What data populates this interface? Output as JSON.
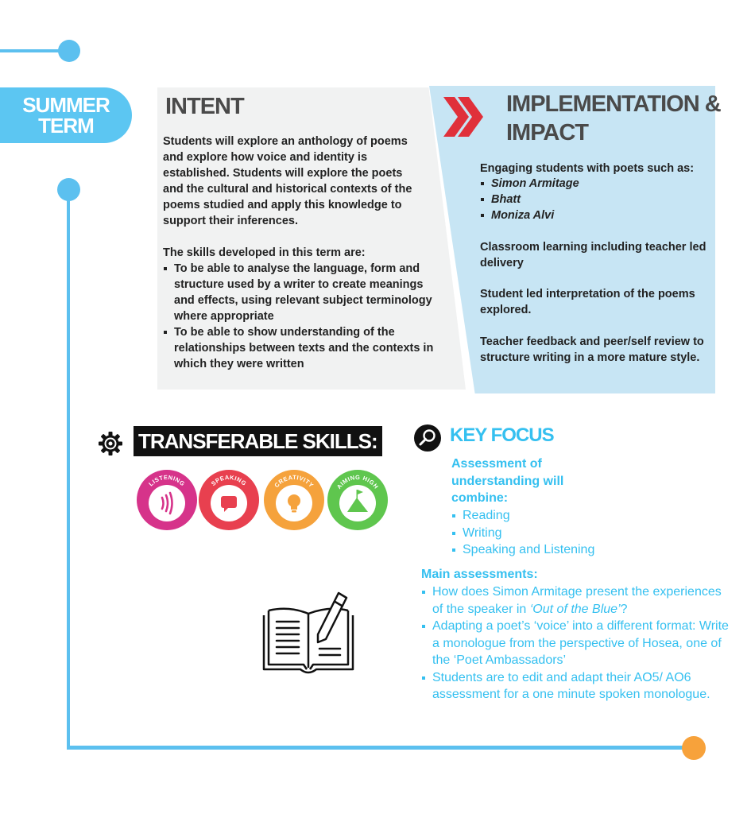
{
  "term": {
    "line1": "SUMMER",
    "line2": "TERM"
  },
  "intent": {
    "title": "INTENT",
    "paragraph": "Students will explore an anthology of poems and explore how voice and identity is established. Students will explore the poets and the cultural and historical contexts of the poems studied and apply this knowledge to support their inferences.",
    "skills_intro": "The skills developed in this term are:",
    "skills": [
      "To be able to analyse the language, form and structure used by a writer to create meanings and effects, using relevant subject terminology where appropriate",
      "To be able to show understanding of the relationships between texts and the contexts in which they were written"
    ]
  },
  "implementation": {
    "title": "IMPLEMENTATION & IMPACT",
    "intro": "Engaging students with poets such as:",
    "poets": [
      "Simon Armitage",
      "Bhatt",
      "Moniza Alvi"
    ],
    "p1": "Classroom learning including teacher led delivery",
    "p2": "Student led interpretation of the poems explored.",
    "p3": "Teacher feedback and peer/self review to structure writing in a more mature style."
  },
  "transferable": {
    "title": "TRANSFERABLE SKILLS:",
    "badges": [
      {
        "label": "LISTENING",
        "color": "#d6338a",
        "icon": "sound-waves-icon"
      },
      {
        "label": "SPEAKING",
        "color": "#e8404f",
        "icon": "speech-bubble-icon"
      },
      {
        "label": "CREATIVITY",
        "color": "#f5a23c",
        "icon": "lightbulb-icon"
      },
      {
        "label": "AIMING HIGH",
        "color": "#5fc64e",
        "icon": "mountain-flag-icon"
      }
    ]
  },
  "key_focus": {
    "title": "KEY FOCUS",
    "assessment": "Assessment of understanding will combine:",
    "assessment_items": [
      "Reading",
      "Writing",
      "Speaking and Listening"
    ],
    "main_title": "Main assessments:",
    "main_item1_pre": "How does Simon Armitage present the experiences of the speaker in ",
    "main_item1_em": "‘Out of the Blue’",
    "main_item1_post": "?",
    "main_item2": "Adapting a poet’s ‘voice’ into a different format: Write a monologue from the perspective of Hosea, one of  the ‘Poet Ambassadors’",
    "main_item3": "Students are to edit and adapt their AO5/ AO6 assessment for a one minute spoken monologue."
  },
  "colors": {
    "timeline": "#5cc0ef",
    "accent_blue": "#35c0f0",
    "end_dot": "#f7a23b",
    "chevron": "#e0303a"
  }
}
